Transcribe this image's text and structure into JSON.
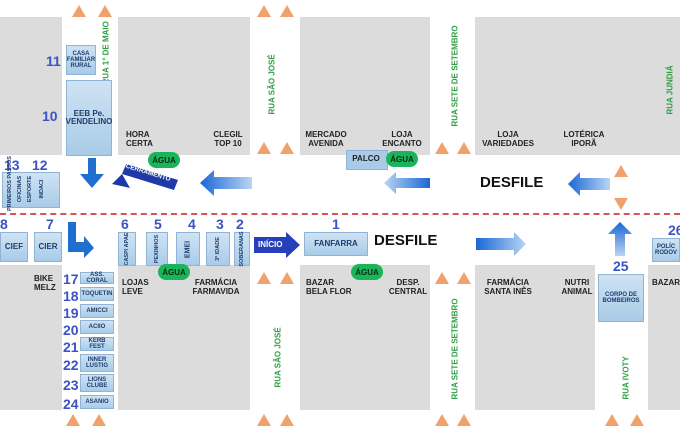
{
  "streets": {
    "rua_1_maio": "RUA 1° DE MAIO",
    "rua_sao_jose": "RUA SÃO JOSÉ",
    "rua_sete_setembro": "RUA SETE DE SETEMBRO",
    "rua_jundia": "RUA JUNDIÁ",
    "rua_ivoty": "RUA IVOTY"
  },
  "route": {
    "desfile": "DESFILE",
    "inicio": "INÍCIO",
    "encerramento": "ENCERRAMENTO"
  },
  "positions": {
    "p1": {
      "num": "1",
      "name": "FANFARRA"
    },
    "p2": {
      "num": "2",
      "name": "SOBERANAS"
    },
    "p3": {
      "num": "3",
      "name": "3ª IDADE"
    },
    "p4": {
      "num": "4",
      "name": "EMEI"
    },
    "p5": {
      "num": "5",
      "name": "PEXINHOS"
    },
    "p6": {
      "num": "6",
      "name": "CASP/ APAE"
    },
    "p7": {
      "num": "7",
      "name": "CIER"
    },
    "p8": {
      "num": "8",
      "name": "CIEF"
    },
    "p10": {
      "num": "10",
      "name": "EEB Pe. VENDELINO"
    },
    "p11": {
      "num": "11",
      "name": "CASA FAMILIAR RURAL"
    },
    "p12": {
      "num": "12",
      "name": "INDACI"
    },
    "p13": {
      "num": "13",
      "name": "PRIMEIROS PASSOS"
    },
    "p13b": "OFICINAS",
    "p13c": "ESPORTE",
    "p17": {
      "num": "17",
      "name": "ASS. CORAL"
    },
    "p18": {
      "num": "18",
      "name": "TOQUETIN"
    },
    "p19": {
      "num": "19",
      "name": "AMICCI"
    },
    "p20": {
      "num": "20",
      "name": "ACIIO"
    },
    "p21": {
      "num": "21",
      "name": "KERB FEST"
    },
    "p22": {
      "num": "22",
      "name": "INNER LUSTIG"
    },
    "p23": {
      "num": "23",
      "name": "LIONS CLUBE"
    },
    "p24": {
      "num": "24",
      "name": "ASANIO"
    },
    "p25": {
      "num": "25",
      "name": "CORPO DE BOMBEIROS"
    },
    "p26": {
      "num": "26",
      "name": "POLÍC RODOV"
    }
  },
  "places": {
    "hora_certa": "HORA CERTA",
    "clegil": "CLEGIL TOP 10",
    "mercado": "MERCADO AVENIDA",
    "loja_encanto": "LOJA ENCANTO",
    "loja_variedades": "LOJA VARIEDADES",
    "loterica": "LOTÉRICA IPORÃ",
    "bike": "BIKE MELZ",
    "lojas_leve": "LOJAS LEVE",
    "farmacia_farmavida": "FARMÁCIA FARMAVIDA",
    "bazar_bela_flor": "BAZAR BELA FLOR",
    "desp_central": "DESP. CENTRAL",
    "farmacia_santa": "FARMÁCIA SANTA INÊS",
    "nutri": "NUTRI ANIMAL",
    "bazar_right": "BAZAR",
    "palco": "PALCO"
  },
  "agua": "ÁGUA"
}
